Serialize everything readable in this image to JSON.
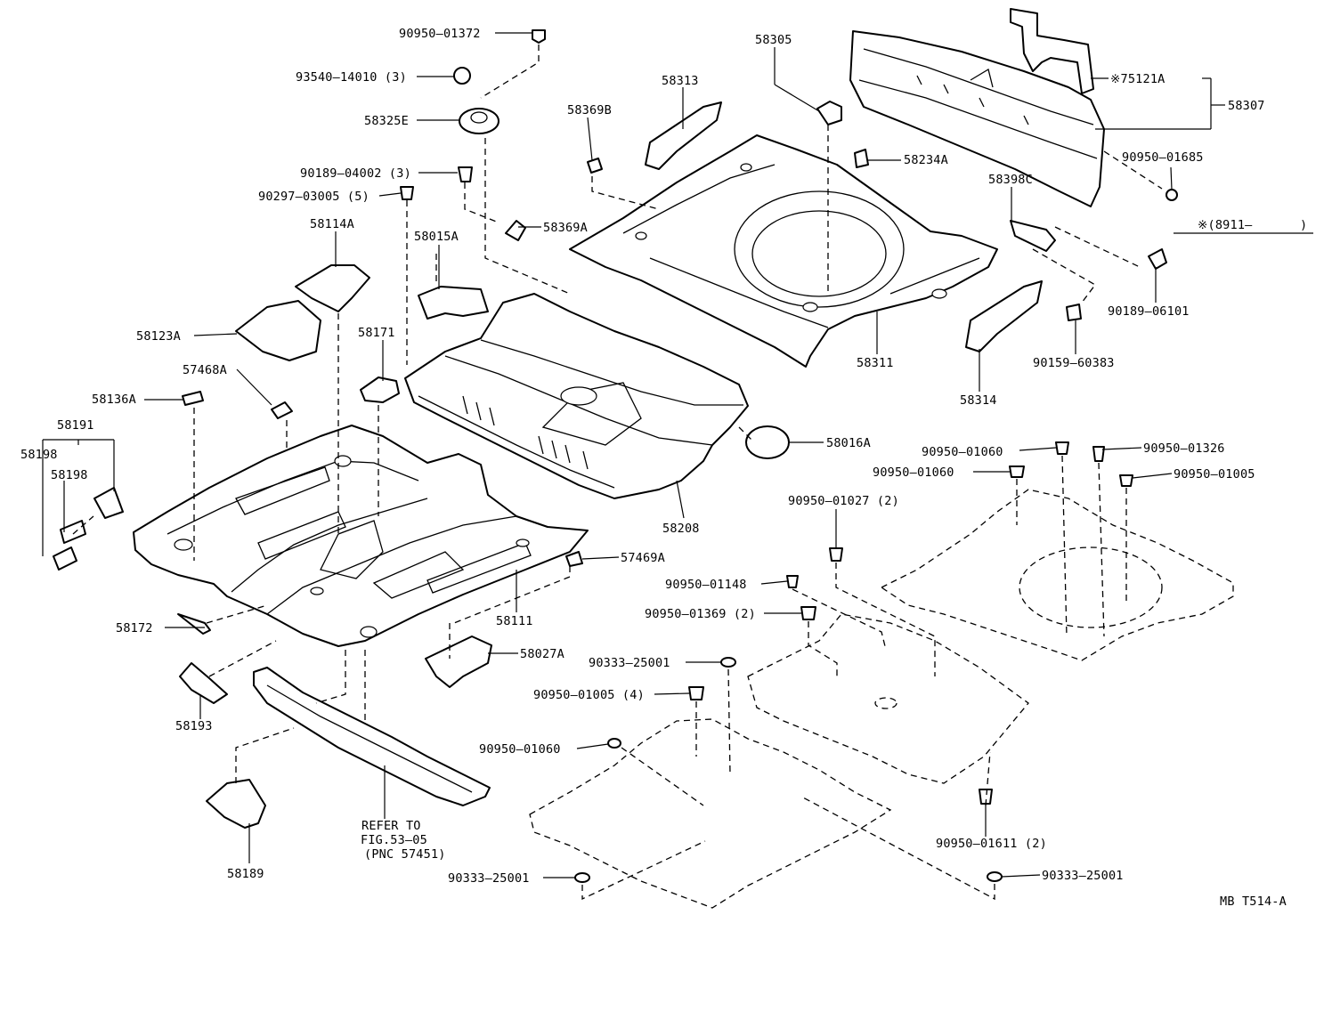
{
  "drawing_code": "MB T514-A",
  "header_mark": "※(8911—",
  "header_mark_close": ")",
  "labels": {
    "p90950_01372": "90950–01372",
    "p93540_14010": "93540–14010 (3)",
    "p58325E": "58325E",
    "p90189_04002": "90189–04002 (3)",
    "p90297_03005": "90297–03005 (5)",
    "p58114A": "58114A",
    "p58015A": "58015A",
    "p58369A": "58369A",
    "p58369B": "58369B",
    "p58313": "58313",
    "p58305": "58305",
    "p75121A": "※75121A",
    "p58307": "58307",
    "p58234A": "58234A",
    "p90950_01685": "90950–01685",
    "p58398C": "58398C",
    "p90189_06101": "90189–06101",
    "p90159_60383": "90159–60383",
    "p58311": "58311",
    "p58314": "58314",
    "p58123A": "58123A",
    "p58171": "58171",
    "p57468A": "57468A",
    "p58136A": "58136A",
    "p58191": "58191",
    "p58198a": "58198",
    "p58198b": "58198",
    "p58016A": "58016A",
    "p58208": "58208",
    "p90950_01060a": "90950–01060",
    "p90950_01326": "90950–01326",
    "p90950_01060b": "90950–01060",
    "p90950_01005a": "90950–01005",
    "p90950_01027": "90950–01027 (2)",
    "p57469A": "57469A",
    "p58111": "58111",
    "p90950_01148": "90950–01148",
    "p90950_01369": "90950–01369 (2)",
    "p58172": "58172",
    "p58027A": "58027A",
    "p90333_25001a": "90333–25001",
    "p90950_01005b": "90950–01005 (4)",
    "p58193": "58193",
    "p90950_01060c": "90950–01060",
    "p90950_01611": "90950–01611 (2)",
    "p90333_25001b": "90333–25001",
    "p90333_25001c": "90333–25001",
    "p58189": "58189",
    "refer_line1": "REFER TO",
    "refer_line2": "FIG.53–05",
    "refer_line3": "(PNC 57451)"
  }
}
